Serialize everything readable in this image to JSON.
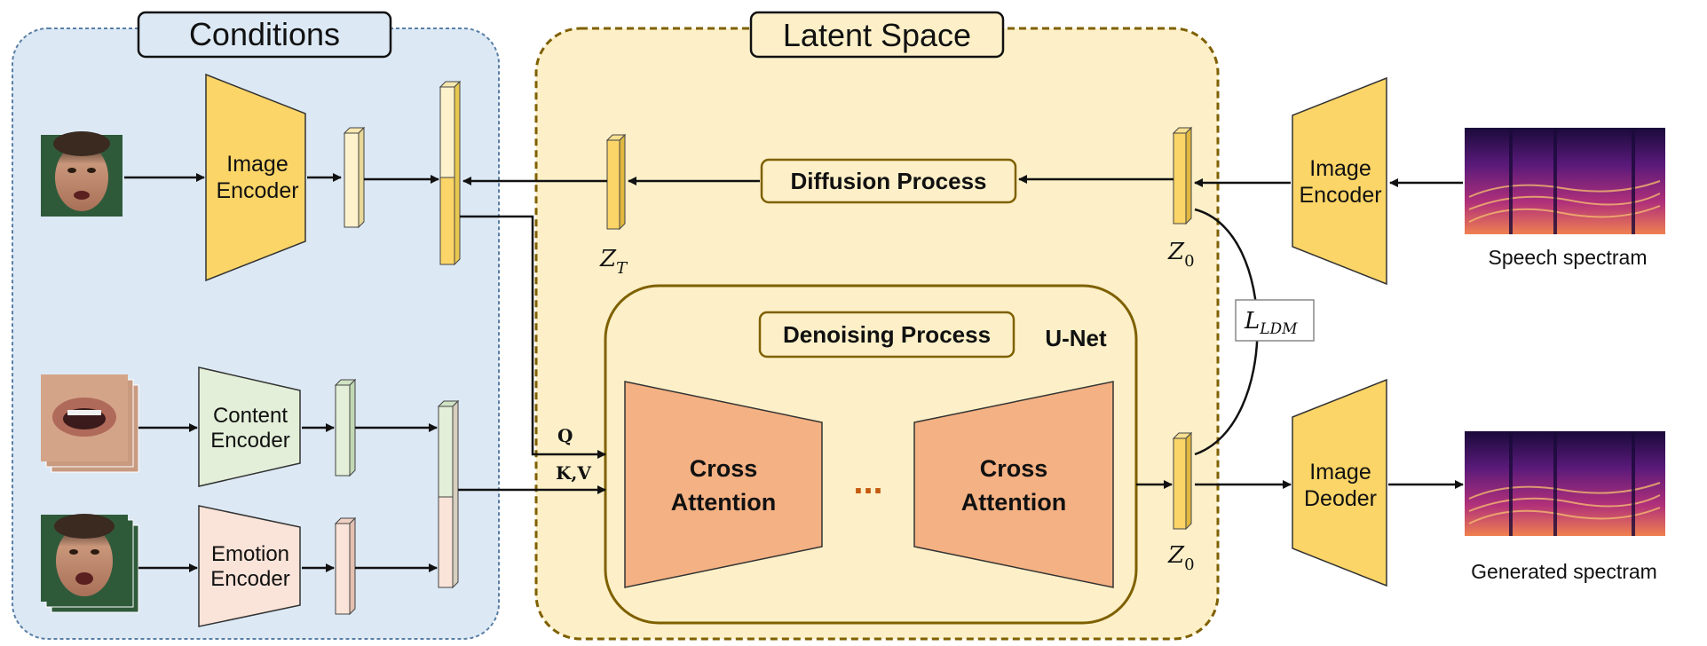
{
  "regions": {
    "conditions": "Conditions",
    "latent_space": "Latent Space"
  },
  "encoders": {
    "image_left": [
      "Image",
      "Encoder"
    ],
    "content": [
      "Content",
      "Encoder"
    ],
    "emotion": [
      "Emotion",
      "Encoder"
    ],
    "image_right": [
      "Image",
      "Encoder"
    ],
    "decoder": [
      "Image",
      "Deoder"
    ]
  },
  "processes": {
    "diffusion": "Diffusion Process",
    "denoising": "Denoising Process",
    "unet": "U-Net"
  },
  "cross_attention": [
    "Cross",
    "Attention"
  ],
  "ellipsis": "...",
  "qkv": {
    "q": "Q",
    "kv": "K,V"
  },
  "latents": {
    "zt": "Z",
    "zt_sub": "T",
    "z0": "Z",
    "z0_sub": "0",
    "loss": "L",
    "loss_sub": "LDM"
  },
  "captions": {
    "speech": "Speech spectram",
    "generated": "Generated spectram"
  },
  "colors": {
    "conditions_bg": "#dce9f5",
    "latent_bg": "#fdf0c8",
    "encoder_yellow": "#fbd567",
    "content_green": "#e3efd9",
    "emotion_pink": "#fae3d8",
    "cross_attention": "#f4b183",
    "dark_olive": "#7f6000"
  }
}
